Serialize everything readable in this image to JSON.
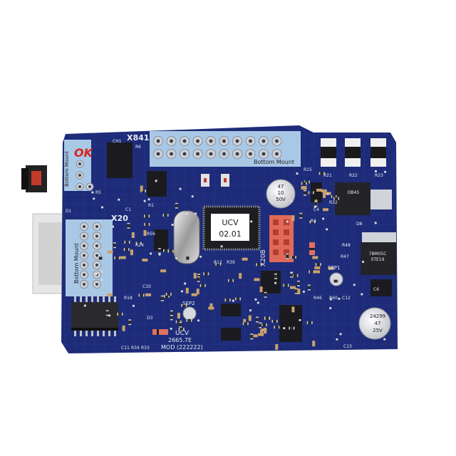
{
  "board": {
    "pcb_color": "#1d2b78",
    "silkscreen_color": "#e8ecf4",
    "pad_color": "#cfd3da",
    "label_area_color": "#a9c8e6",
    "chip_label": {
      "line1": "UCV",
      "line2": "02.01"
    },
    "ok_mark": "OK",
    "connectors": {
      "x841": "X841",
      "x20": "X20",
      "x20b": "X20B",
      "bottom_mount_a": "Bottom Mount",
      "bottom_mount_b": "Bottom Mount",
      "bottom_mount_c": "Bottom Mount"
    },
    "capacitors": {
      "top": {
        "l1": "47",
        "l2": "10",
        "l3": "50V"
      },
      "bottom": {
        "l1": "24299",
        "l2": "47",
        "l3": "25V"
      }
    },
    "regulator_top": "DB45",
    "regulator_bottom": {
      "l1": "78M05C",
      "l2": "STE19"
    },
    "footer": {
      "l1": "UCV",
      "l2": "2665.7E",
      "l3": "MOD (222222)"
    },
    "refs": {
      "ch1": "CH1",
      "r6": "R6",
      "r5": "R5",
      "d1": "D1",
      "r15": "R15",
      "r21": "R21",
      "r22": "R22",
      "r23": "R23",
      "c4": "C4",
      "r32": "R32",
      "d8": "D8",
      "r4": "R4",
      "r48": "R48",
      "r47": "R47",
      "sep1": "SEP1",
      "c6": "C6",
      "r46": "R46",
      "r60": "R60",
      "c12": "C12",
      "c13": "C13",
      "r18": "R18",
      "c11": "C11",
      "r34": "R34",
      "r33": "R33",
      "sep2": "SEP2",
      "r12": "R12",
      "r39": "R39",
      "r24": "R24",
      "r56": "R56",
      "c10": "C10",
      "d3": "D3",
      "r1": "R1",
      "c1": "C1"
    }
  }
}
